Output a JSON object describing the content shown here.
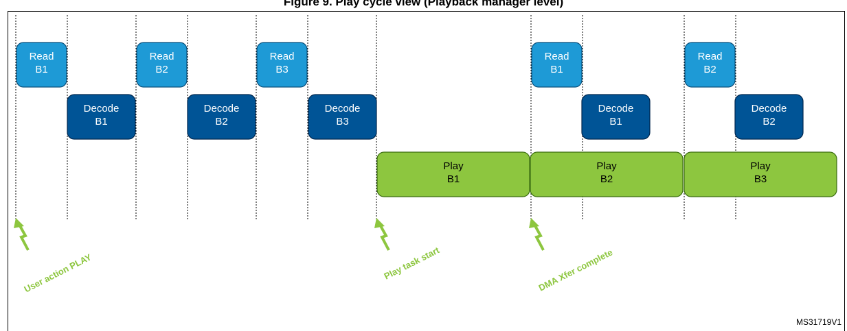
{
  "figure": {
    "title": "Figure 9. Play cycle view (Playback manager level)",
    "reference": "MS31719V1"
  },
  "colors": {
    "read": "#1e9ad6",
    "read_border": "#0b4f7a",
    "decode": "#005496",
    "decode_border": "#00264d",
    "play": "#8dc63f",
    "play_border": "#3c6e12",
    "event": "#8dc63f"
  },
  "blocks": [
    {
      "kind": "read",
      "line1": "Read",
      "line2": "B1"
    },
    {
      "kind": "decode",
      "line1": "Decode",
      "line2": "B1"
    },
    {
      "kind": "read",
      "line1": "Read",
      "line2": "B2"
    },
    {
      "kind": "decode",
      "line1": "Decode",
      "line2": "B2"
    },
    {
      "kind": "read",
      "line1": "Read",
      "line2": "B3"
    },
    {
      "kind": "decode",
      "line1": "Decode",
      "line2": "B3"
    },
    {
      "kind": "play",
      "line1": "Play",
      "line2": "B1"
    },
    {
      "kind": "read",
      "line1": "Read",
      "line2": "B1"
    },
    {
      "kind": "decode",
      "line1": "Decode",
      "line2": "B1"
    },
    {
      "kind": "play",
      "line1": "Play",
      "line2": "B2"
    },
    {
      "kind": "read",
      "line1": "Read",
      "line2": "B2"
    },
    {
      "kind": "decode",
      "line1": "Decode",
      "line2": "B2"
    },
    {
      "kind": "play",
      "line1": "Play",
      "line2": "B3"
    }
  ],
  "events": [
    {
      "label": "User action PLAY",
      "icon": "lightning-arrow-icon"
    },
    {
      "label": "Play task start",
      "icon": "lightning-arrow-icon"
    },
    {
      "label": "DMA Xfer complete",
      "icon": "lightning-arrow-icon"
    }
  ]
}
